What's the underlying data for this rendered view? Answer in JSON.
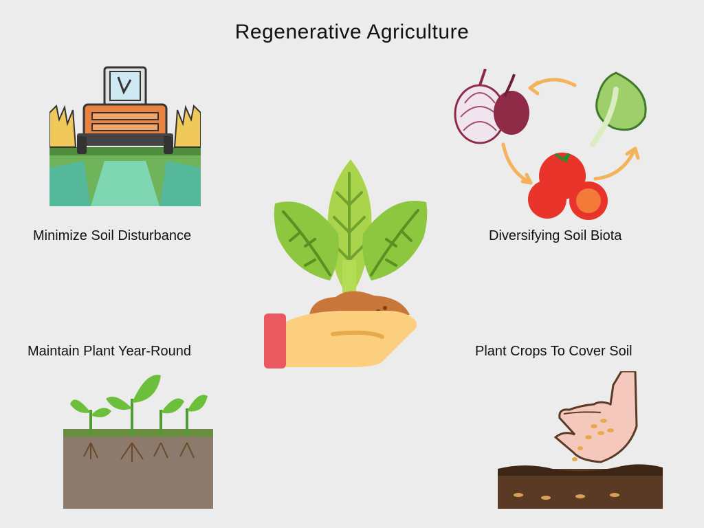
{
  "title": "Regenerative Agriculture",
  "items": [
    {
      "label": "Minimize Soil Disturbance",
      "icon": "harvester-icon"
    },
    {
      "label": "Diversifying Soil Biota",
      "icon": "crop-rotation-icon"
    },
    {
      "label": "Maintain Plant Year-Round",
      "icon": "seedlings-icon"
    },
    {
      "label": "Plant Crops To Cover Soil",
      "icon": "sowing-hand-icon"
    }
  ],
  "center": {
    "icon": "hand-holding-plant-icon"
  },
  "colors": {
    "background": "#ececec",
    "leaf": "#8dc63f",
    "soil": "#c8763a",
    "hand": "#fbcf7e",
    "sleeve": "#e85a5f",
    "tomato": "#e8332a",
    "onion": "#8e2a45"
  }
}
